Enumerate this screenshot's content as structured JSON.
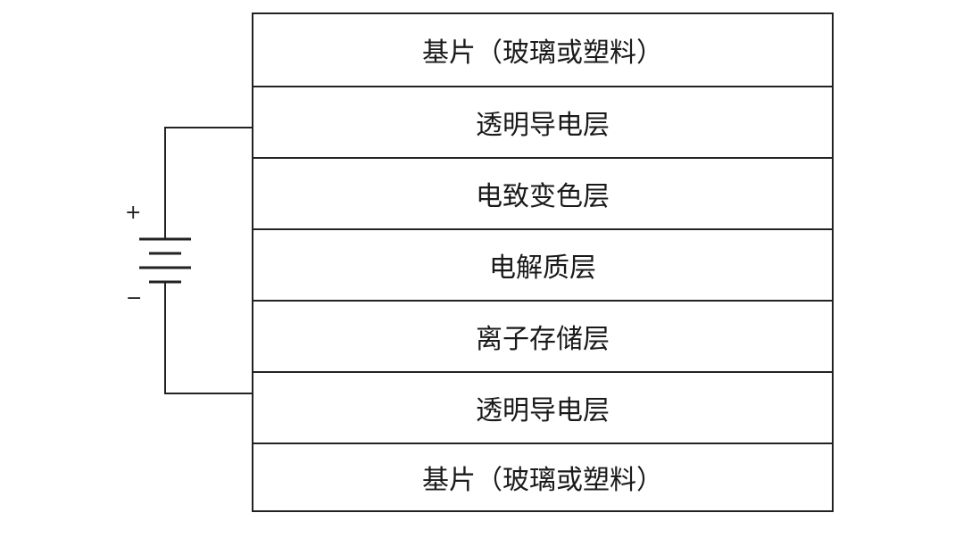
{
  "layers": [
    {
      "label": "基片（玻璃或塑料）"
    },
    {
      "label": "透明导电层"
    },
    {
      "label": "电致变色层"
    },
    {
      "label": "电解质层"
    },
    {
      "label": "离子存储层"
    },
    {
      "label": "透明导电层"
    },
    {
      "label": "基片（玻璃或塑料）"
    }
  ],
  "battery": {
    "positive_sign": "+",
    "negative_sign": "−"
  }
}
